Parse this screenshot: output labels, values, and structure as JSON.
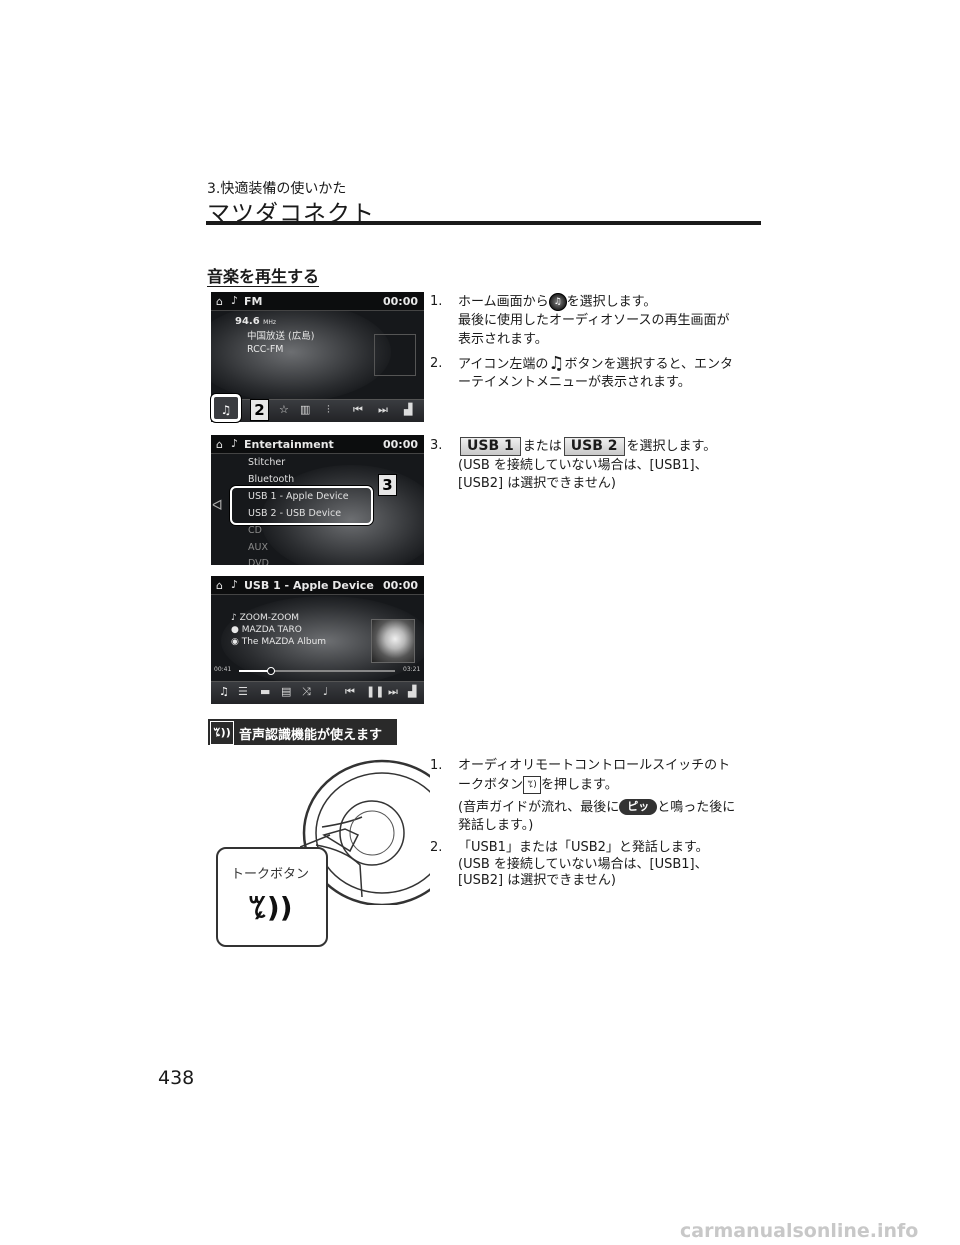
{
  "header": {
    "chapter": "3.快適装備の使いかた",
    "section_title": "マツダコネクト"
  },
  "heading": "音楽を再生する",
  "screen_fm": {
    "title": "FM",
    "clock": "00:00",
    "frequency": "94.6",
    "unit": "MHz",
    "station_lines": [
      "中国放送 (広島)",
      "RCC-FM"
    ],
    "badge": "2"
  },
  "screen_entertainment": {
    "title": "Entertainment",
    "clock": "00:00",
    "items": [
      "Stitcher",
      "Bluetooth",
      "USB 1 - Apple Device",
      "USB 2 - USB Device",
      "CD",
      "AUX",
      "DVD"
    ],
    "badge": "3"
  },
  "screen_usb": {
    "title": "USB 1 - Apple Device",
    "clock": "00:00",
    "track": "ZOOM-ZOOM",
    "artist": "MAZDA TARO",
    "album": "The MAZDA Album",
    "elapsed": "00:41",
    "total": "03:21",
    "progress_fraction": 0.2
  },
  "steps_a": {
    "s1_num": "1.",
    "s1_pre": "ホーム画面から",
    "s1_post": "を選択します。",
    "s1_sub": [
      "最後に使用したオーディオソースの再生画面が",
      "表示されます。"
    ],
    "s2_num": "2.",
    "s2_pre": "アイコン左端の",
    "s2_post": "ボタンを選択すると、エンタ",
    "s2_sub": "ーテイメントメニューが表示されます。",
    "s3_num": "3.",
    "s3_key1": "USB 1",
    "s3_mid": "または",
    "s3_key2": "USB 2",
    "s3_post": "を選択します。",
    "s3_sub": [
      "(USB を接続していない場合は、[USB1]、",
      "[USB2] は選択できません)"
    ]
  },
  "voice_banner": "音声認識機能が使えます",
  "steps_b": {
    "s1_num": "1.",
    "s1_line1": "オーディオリモートコントロールスイッチのト",
    "s1_pre": "ークボタン",
    "s1_post": "を押します。",
    "s1_sub_pre": "(音声ガイドが流れ、最後に",
    "beep": "ピッ",
    "s1_sub_post": "と鳴った後に",
    "s1_sub2": "発話します。)",
    "s2_num": "2.",
    "s2_line": "「USB1」または「USB2」と発話します。",
    "s2_sub": [
      "(USB を接続していない場合は、[USB1]、",
      "[USB2] は選択できません)"
    ]
  },
  "callout_label": "トークボタン",
  "page_number": "438",
  "watermark": "carmanualsonline.info"
}
